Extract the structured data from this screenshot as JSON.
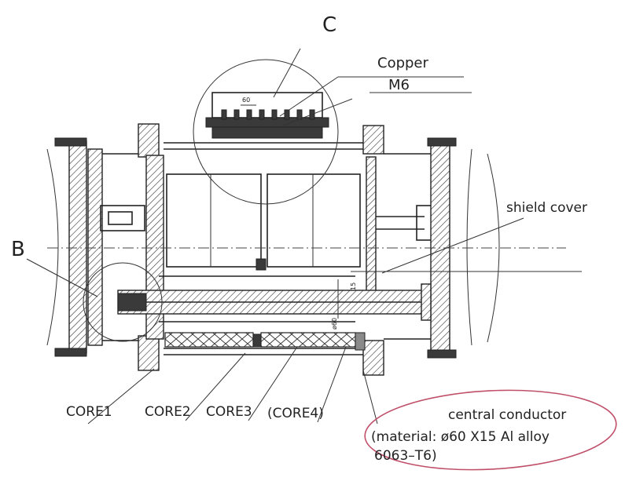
{
  "labels": {
    "detail_c": "C",
    "copper": "Copper",
    "m6": "M6",
    "shield_cover": "shield cover",
    "detail_b": "B",
    "core1": "CORE1",
    "core2": "CORE2",
    "core3": "CORE3",
    "core4": "(CORE4)",
    "central_conductor": "central conductor",
    "material_line1": "(material: ø60 X15  Al alloy",
    "material_line2": "6063–T6)",
    "dim_60": "60",
    "dim_15": "15",
    "dim_d60": "ø60"
  },
  "colors": {
    "ink": "#222222",
    "highlight_ellipse": "#c0506a",
    "paper": "#ffffff"
  }
}
